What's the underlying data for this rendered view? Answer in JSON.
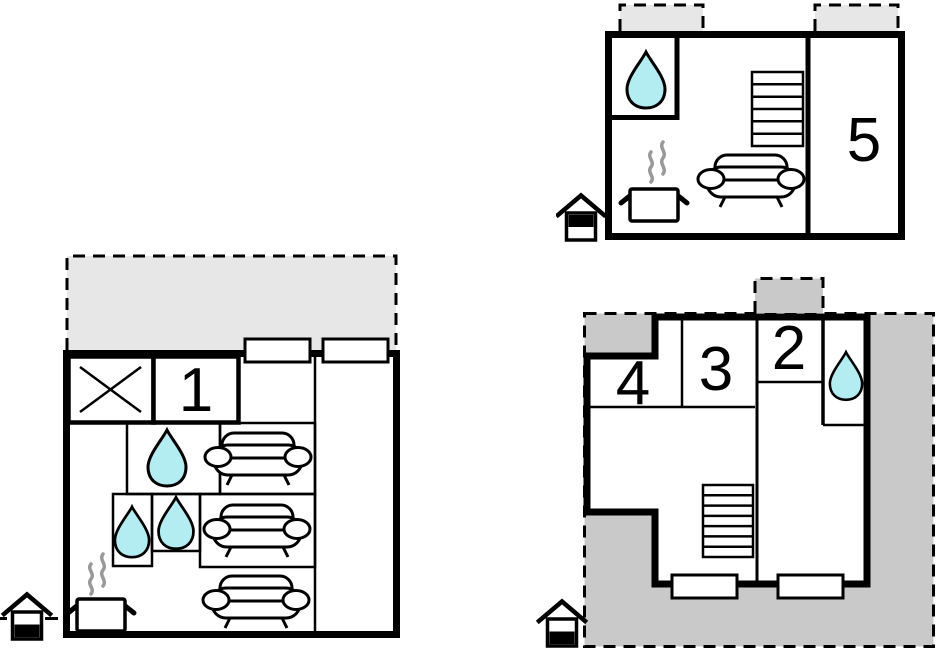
{
  "colors": {
    "wall": "#000000",
    "terrace_light": "#e7e7e7",
    "terrace_dark": "#c9c9c9",
    "water": "#b3ecf1",
    "steam": "#999999",
    "background": "#ffffff"
  },
  "icons": {
    "water_drop": "water-drop (bathroom)",
    "sofa": "sofa (sleeping place)",
    "cooking_pot": "cooking-pot (kitchen)",
    "stairs": "staircase",
    "house_upper": "floor-level-indicator-upper",
    "house_ground": "floor-level-indicator-ground",
    "x_mark": "crossed-room",
    "window": "window",
    "terrace": "dashed-terrace-area"
  },
  "plans": {
    "upper": {
      "room_labels": [
        "5"
      ],
      "level_indicator": "upper-floor",
      "elements": [
        "balcony",
        "balcony",
        "water-drop",
        "stairs",
        "sofa",
        "cooking-pot"
      ]
    },
    "ground_left": {
      "room_labels": [
        "1"
      ],
      "level_indicator": "ground-floor",
      "elements": [
        "terrace",
        "x-mark",
        "window",
        "window",
        "water-drop",
        "water-drop",
        "water-drop",
        "sofa",
        "sofa",
        "sofa",
        "cooking-pot"
      ]
    },
    "ground_right": {
      "room_labels": [
        "4",
        "3",
        "2"
      ],
      "level_indicator": "ground-floor",
      "elements": [
        "terrace",
        "terrace-protrusion",
        "window",
        "window",
        "water-drop",
        "stairs"
      ]
    }
  }
}
